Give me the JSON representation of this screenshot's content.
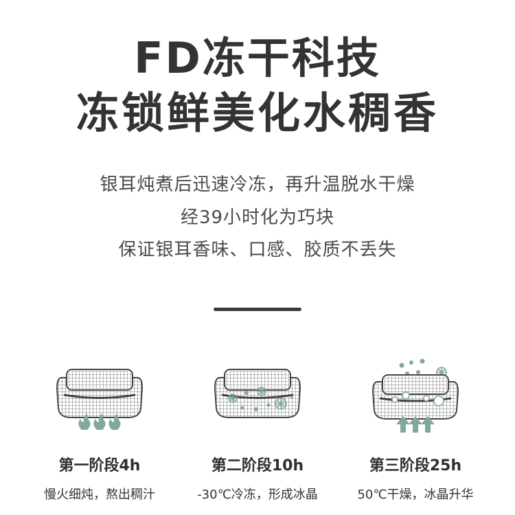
{
  "header": {
    "title_line1": "FD冻干科技",
    "title_line2": "冻锁鲜美化水稠香"
  },
  "description": {
    "line1": "银耳炖煮后迅速冷冻，再升温脱水干燥",
    "line2": "经39小时化为巧块",
    "line3": "保证银耳香味、口感、胶质不丢失"
  },
  "colors": {
    "text": "#333333",
    "accent": "#7fa89e",
    "grid": "#555555"
  },
  "stages": [
    {
      "title": "第一阶段4h",
      "desc": "慢火细炖，熬出稠汁",
      "icon": "flame-icon"
    },
    {
      "title": "第二阶段10h",
      "desc": "-30℃冷冻，形成冰晶",
      "icon": "snowflake-icon"
    },
    {
      "title": "第三阶段25h",
      "desc": "50℃干燥，冰晶升华",
      "icon": "up-arrow-icon"
    }
  ]
}
